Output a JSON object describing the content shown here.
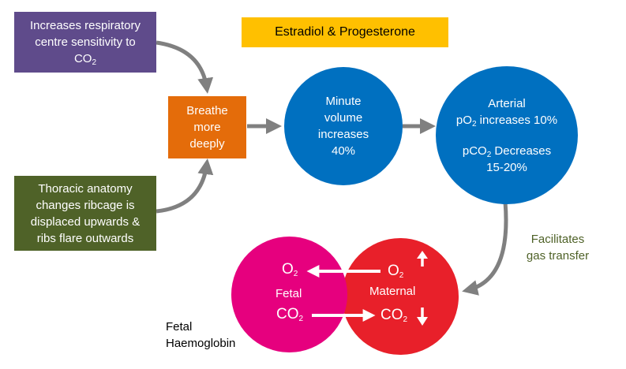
{
  "hormone_box": {
    "label": "Estradiol & Progesterone"
  },
  "respiratory_box": {
    "line1": "Increases respiratory",
    "line2": "centre sensitivity to",
    "co2_prefix": "CO",
    "co2_sub": "2"
  },
  "thoracic_box": {
    "lines": [
      "Thoracic anatomy",
      "changes ribcage is",
      "displaced upwards &",
      "ribs flare outwards"
    ]
  },
  "breathe_box": {
    "lines": [
      "Breathe",
      "more",
      "deeply"
    ]
  },
  "minute_circle": {
    "lines": [
      "Minute",
      "volume",
      "increases",
      "40%"
    ]
  },
  "arterial_circle": {
    "line1": "Arterial",
    "po2_prefix": "pO",
    "po2_sub": "2",
    "po2_suffix": " increases 10%",
    "pco2_prefix": "pCO",
    "pco2_sub": "2",
    "pco2_suffix": " Decreases",
    "pco2_range": "15-20%"
  },
  "facilitates": {
    "lines": [
      "Facilitates",
      "gas transfer"
    ]
  },
  "fetal_circle": {
    "o2_prefix": "O",
    "o2_sub": "2",
    "label": "Fetal",
    "co2_prefix": "CO",
    "co2_sub": "2"
  },
  "maternal_circle": {
    "o2_prefix": "O",
    "o2_sub": "2",
    "label": "Maternal",
    "co2_prefix": "CO",
    "co2_sub": "2"
  },
  "fetal_hb": {
    "lines": [
      "Fetal",
      "Haemoglobin"
    ]
  },
  "colors": {
    "purple": "#5f4b8b",
    "green": "#4f6228",
    "orange": "#e46c0a",
    "blue": "#0070c0",
    "yellow": "#ffc000",
    "magenta": "#e6007e",
    "red": "#e8202a",
    "grey_arrow": "#7f7f7f"
  }
}
